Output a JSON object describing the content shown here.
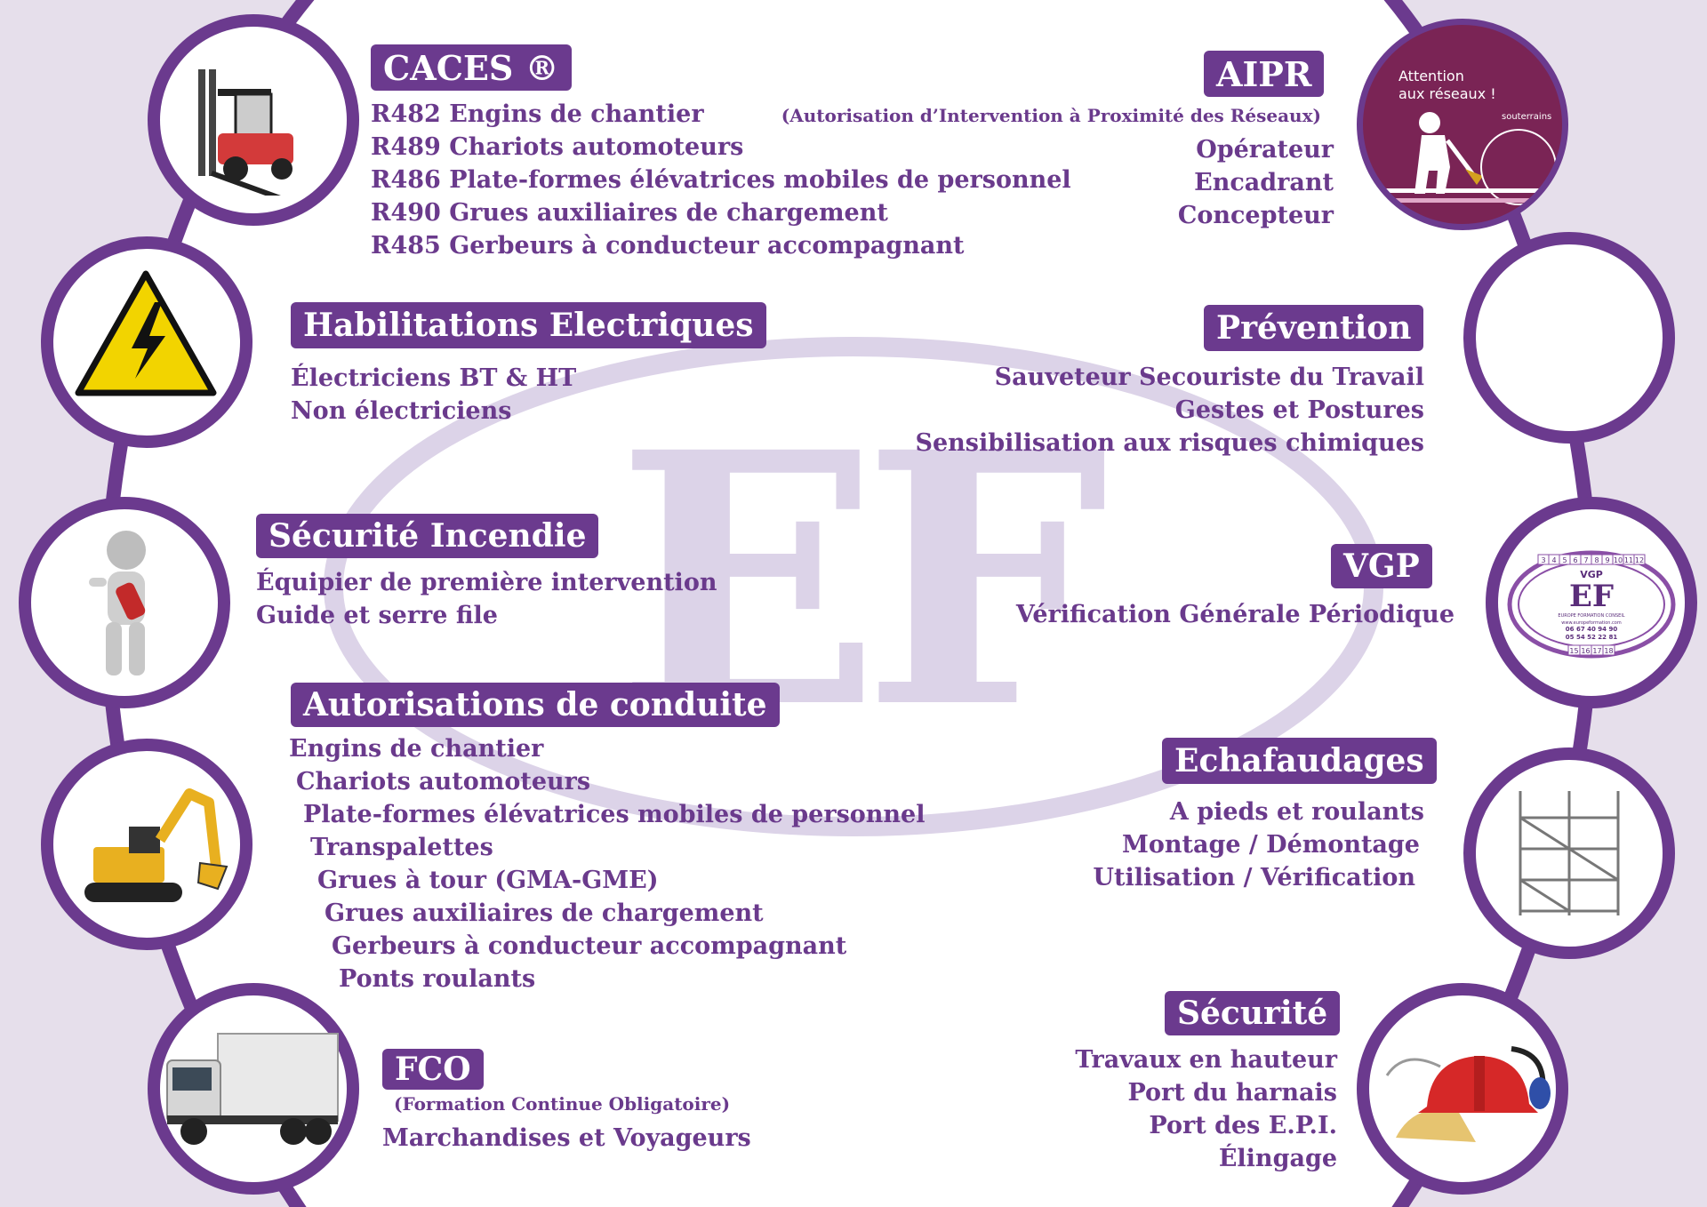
{
  "colors": {
    "brand_purple": "#6b3a8e",
    "text_purple": "#6a3a8c",
    "background": "#e6dfeb",
    "watermark": "#dcd3e8"
  },
  "watermark": {
    "letters": "EF"
  },
  "sections": {
    "caces": {
      "title": "CACES ®",
      "items": [
        "R482 Engins de chantier",
        "R489 Chariots automoteurs",
        "R486 Plate-formes élévatrices mobiles de personnel",
        "R490 Grues auxiliaires de chargement",
        "R485 Gerbeurs à conducteur accompagnant"
      ]
    },
    "aipr": {
      "title": "AIPR",
      "subtitle": "(Autorisation d’Intervention à Proximité des Réseaux)",
      "items": [
        "Opérateur",
        "Encadrant",
        "Concepteur"
      ]
    },
    "habilitations": {
      "title": "Habilitations Electriques",
      "items": [
        "Électriciens BT & HT",
        "Non électriciens"
      ]
    },
    "prevention": {
      "title": "Prévention",
      "items": [
        "Sauveteur Secouriste du Travail",
        "Gestes et Postures",
        "Sensibilisation aux risques chimiques"
      ]
    },
    "incendie": {
      "title": "Sécurité Incendie",
      "items": [
        "Équipier de première intervention",
        "Guide et serre file"
      ]
    },
    "vgp": {
      "title": "VGP",
      "items": [
        "Vérification Générale Périodique"
      ]
    },
    "conduite": {
      "title": "Autorisations de conduite",
      "items": [
        "Engins de chantier",
        "Chariots automoteurs",
        "Plate-formes élévatrices mobiles de personnel",
        "Transpalettes",
        "Grues à tour (GMA-GME)",
        "Grues auxiliaires de chargement",
        "Gerbeurs à conducteur accompagnant",
        "Ponts roulants"
      ]
    },
    "echafaudages": {
      "title": "Echafaudages",
      "items": [
        "A pieds et roulants",
        "Montage / Démontage",
        "Utilisation / Vérification"
      ]
    },
    "fco": {
      "title": "FCO",
      "subtitle": "(Formation Continue Obligatoire)",
      "items": [
        "Marchandises et Voyageurs"
      ]
    },
    "securite": {
      "title": "Sécurité",
      "items": [
        "Travaux en hauteur",
        "Port du harnais",
        "Port des E.P.I.",
        "Élingage"
      ]
    }
  },
  "icons": {
    "left": [
      "forklift-icon",
      "high-voltage-warning-icon",
      "fire-extinguisher-person-icon",
      "excavator-icon",
      "truck-icon"
    ],
    "right": [
      "network-worker-icon",
      "blank-circle",
      "vgp-stamp-icon",
      "scaffolding-icon",
      "safety-helmet-icon"
    ]
  },
  "aipr_badge": {
    "line1": "Attention",
    "line2": "aux réseaux !",
    "label": "souterrains"
  },
  "vgp_stamp": {
    "logo": "EF",
    "top_label": "VGP",
    "company": "EUROPE FORMATION CONSEIL",
    "web": "www.europeformation.com",
    "phone1": "06 67 40 94 90",
    "phone2": "05 54 52 22 81",
    "numbers_top": [
      "3",
      "4",
      "5",
      "6",
      "7",
      "8",
      "9",
      "10",
      "11",
      "12"
    ],
    "numbers_bottom": [
      "15",
      "16",
      "17",
      "18"
    ]
  }
}
